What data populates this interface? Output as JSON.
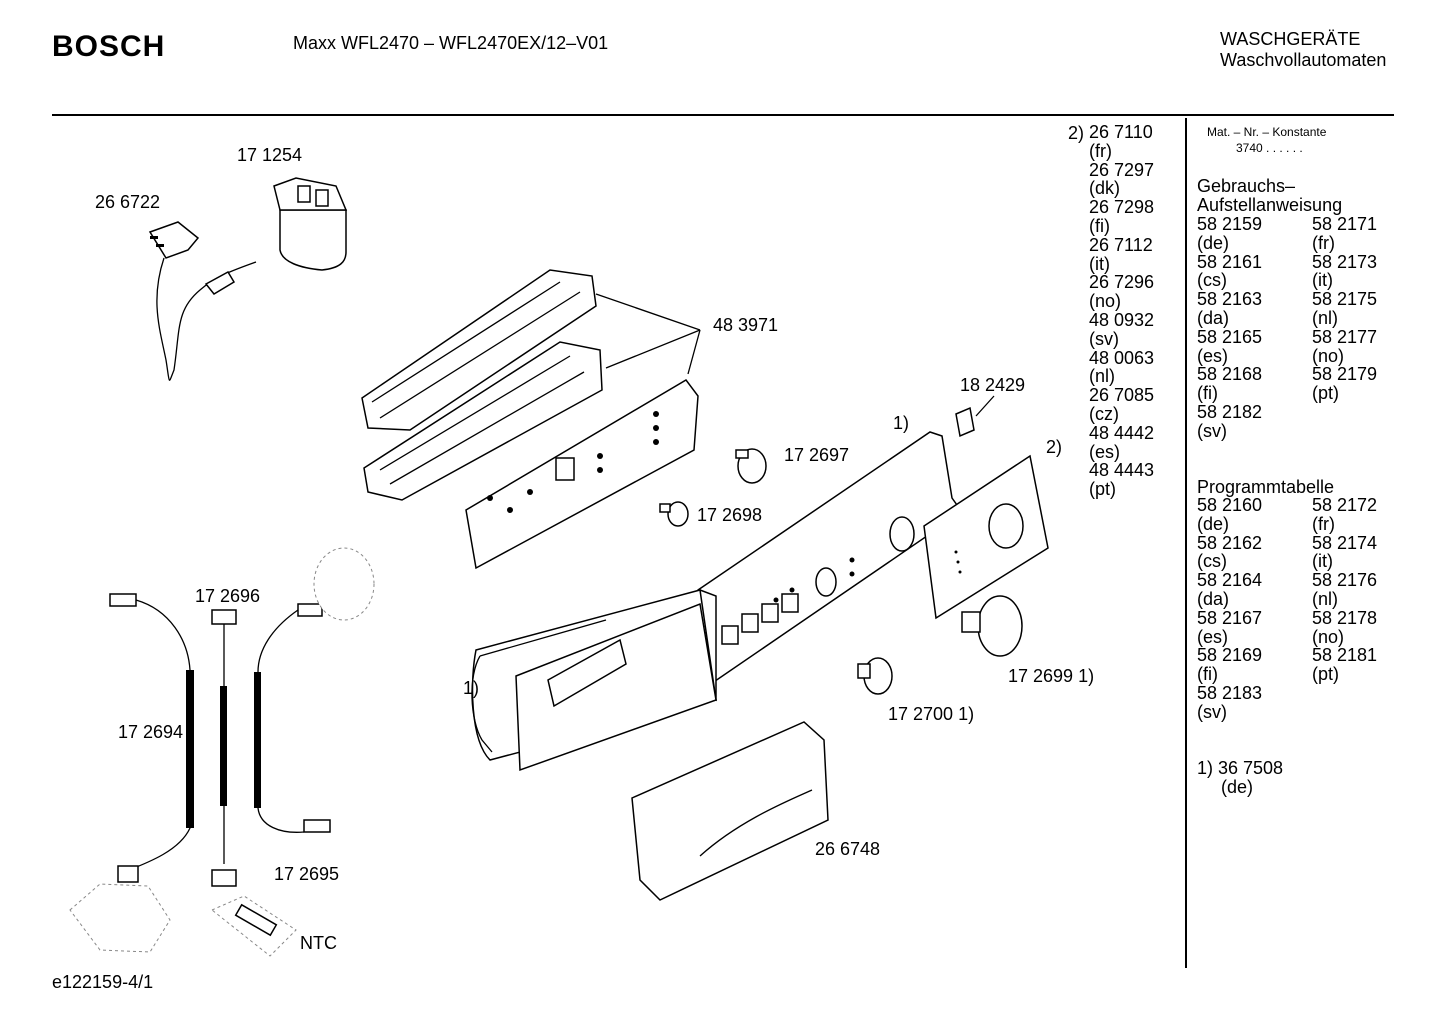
{
  "header": {
    "brand": "BOSCH",
    "model": "Maxx WFL2470 – WFL2470EX/12–V01",
    "category_line1": "WASCHGERÄTE",
    "category_line2": "Waschvollautomaten"
  },
  "callouts": {
    "p171254": "17 1254",
    "p266722": "26 6722",
    "p483971": "48 3971",
    "p182429": "18 2429",
    "p172697": "17 2697",
    "p172698": "17 2698",
    "ref1a": "1)",
    "ref2": "2)",
    "ref1b": "1)",
    "p172696": "17 2696",
    "p172694": "17 2694",
    "p172695": "17 2695",
    "ntc": "NTC",
    "p172699": "17 2699 1)",
    "p172700": "17 2700 1)",
    "p266748": "26 6748"
  },
  "variants": {
    "prefix": "2)",
    "items": [
      "26 7110",
      "(fr)",
      "26 7297",
      "(dk)",
      "26 7298",
      "(fi)",
      "26 7112",
      "(it)",
      "26 7296",
      "(no)",
      "48 0932",
      "(sv)",
      "48 0063",
      "(nl)",
      "26 7085",
      "(cz)",
      "48 4442",
      "(es)",
      "48 4443",
      "(pt)"
    ]
  },
  "sidebar": {
    "mat_label": "Mat. – Nr. – Konstante",
    "mat_value": "3740  .  .    .  .  .  .",
    "manual_title_1": "Gebrauchs–",
    "manual_title_2": "Aufstellanweisung",
    "manual_left": [
      "58 2159",
      "(de)",
      "58 2161",
      "(cs)",
      "58 2163",
      "(da)",
      "58 2165",
      "(es)",
      "58 2168",
      "(fi)",
      "58 2182",
      "(sv)"
    ],
    "manual_right": [
      "58 2171",
      "(fr)",
      "58 2173",
      "(it)",
      "58 2175",
      "(nl)",
      "58 2177",
      "(no)",
      "58 2179",
      "(pt)"
    ],
    "program_title": "Programmtabelle",
    "program_left": [
      "58 2160",
      "(de)",
      "58 2162",
      "(cs)",
      "58 2164",
      "(da)",
      "58 2167",
      "(es)",
      "58 2169",
      "(fi)",
      "58 2183",
      "(sv)"
    ],
    "program_right": [
      "58 2172",
      "(fr)",
      "58 2174",
      "(it)",
      "58 2176",
      "(nl)",
      "58 2178",
      "(no)",
      "58 2181",
      "(pt)"
    ],
    "footnote_1": "1)  36 7508",
    "footnote_2": "(de)"
  },
  "footer": {
    "drawing_id": "e122159-4/1"
  }
}
